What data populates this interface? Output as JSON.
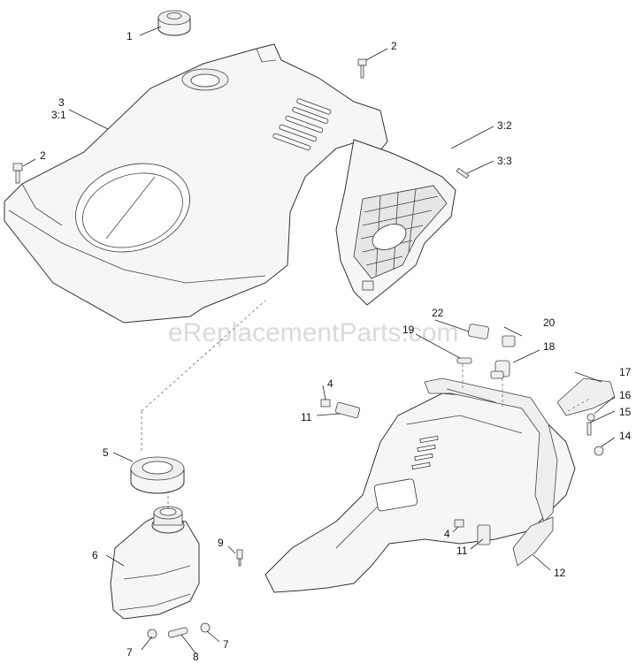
{
  "watermark": "eReplacementParts.com",
  "callouts": {
    "c1": "1",
    "c2a": "2",
    "c2b": "2",
    "c3": "3",
    "c3_1": "3:1",
    "c3_2": "3:2",
    "c3_3": "3:3",
    "c4a": "4",
    "c4b": "4",
    "c5": "5",
    "c6": "6",
    "c7a": "7",
    "c7b": "7",
    "c8": "8",
    "c9": "9",
    "c11a": "11",
    "c11b": "11",
    "c12": "12",
    "c14": "14",
    "c15": "15",
    "c16": "16",
    "c17": "17",
    "c18": "18",
    "c19": "19",
    "c20": "20",
    "c22": "22"
  }
}
